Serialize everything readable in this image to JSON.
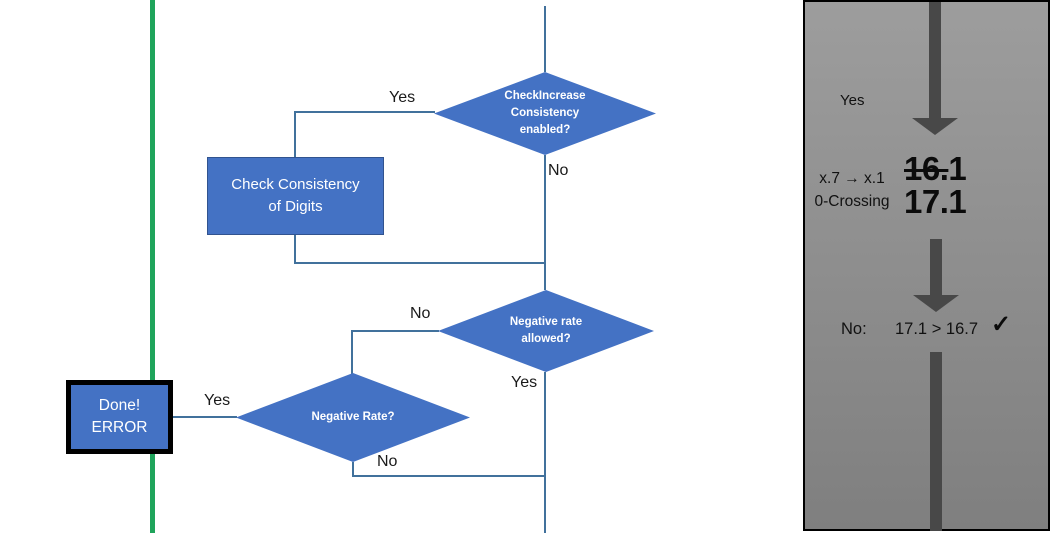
{
  "flowchart": {
    "nodes": {
      "check_increase": {
        "line1": "CheckIncrease",
        "line2": "Consistency",
        "line3": "enabled?"
      },
      "check_consistency": {
        "line1": "Check Consistency",
        "line2": "of Digits"
      },
      "negative_rate_allowed": {
        "line1": "Negative rate",
        "line2": "allowed?"
      },
      "negative_rate": {
        "line1": "Negative Rate?"
      },
      "done_error": {
        "line1": "Done!",
        "line2": "ERROR"
      }
    },
    "edge_labels": {
      "yes_top": "Yes",
      "no_top": "No",
      "no_mid": "No",
      "yes_mid": "Yes",
      "yes_done": "Yes",
      "no_bottom": "No"
    }
  },
  "panel": {
    "yes_label": "Yes",
    "annotation_line1": "x.7 → x.1",
    "annotation_line2": "0-Crossing",
    "old_value": "16.1",
    "old_value_struck": "16.",
    "old_value_rest": "1",
    "new_value": "17.1",
    "result_prefix": "No:",
    "result_comparison": "17.1 > 16.7",
    "checkmark_icon": "✓"
  },
  "colors": {
    "shape_fill": "#4472C4",
    "shape_border": "#31538F",
    "connector": "#41719C",
    "green_line": "#1FA45B",
    "panel_arrow": "#484848",
    "panel_bg_top": "#9D9D9D",
    "panel_bg_bottom": "#7F7F7F"
  }
}
